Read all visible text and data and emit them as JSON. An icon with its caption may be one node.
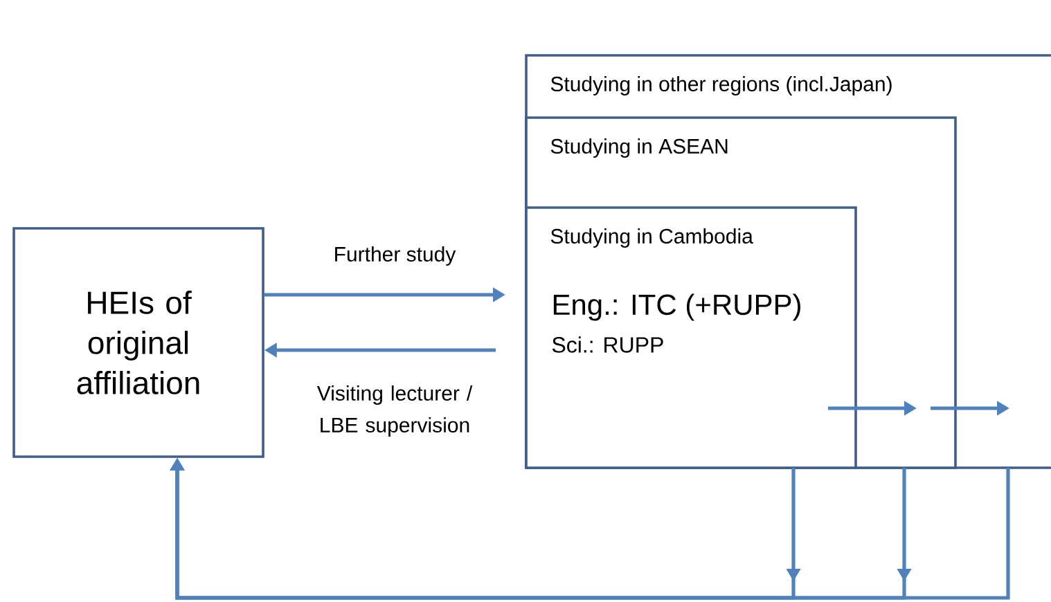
{
  "diagram": {
    "nodes": [
      {
        "text": [
          "HEIs of original affiliation"
        ]
      },
      {
        "text": [
          "Studying in other regions (incl.Japan)"
        ]
      },
      {
        "text": [
          "Studying in ASEAN"
        ],
        "in": 1
      },
      {
        "text": [
          "Studying in Cambodia",
          "Eng.: ITC (+RUPP)",
          "Sci.: RUPP"
        ],
        "in": 2
      }
    ],
    "edges": [
      {
        "from": 0,
        "to": 3,
        "arrow": "to",
        "label": "Further study"
      },
      {
        "from": 3,
        "to": 0,
        "arrow": "to",
        "label": "Visiting lecturer / LBE supervision"
      },
      {
        "from": 3,
        "to": 2,
        "arrow": "to"
      },
      {
        "from": 2,
        "to": 1,
        "arrow": "to"
      },
      {
        "from": 3,
        "to": 0,
        "arrow": "to"
      },
      {
        "from": 2,
        "to": 0,
        "arrow": "to"
      },
      {
        "from": 1,
        "to": 0,
        "arrow": "to"
      }
    ]
  }
}
